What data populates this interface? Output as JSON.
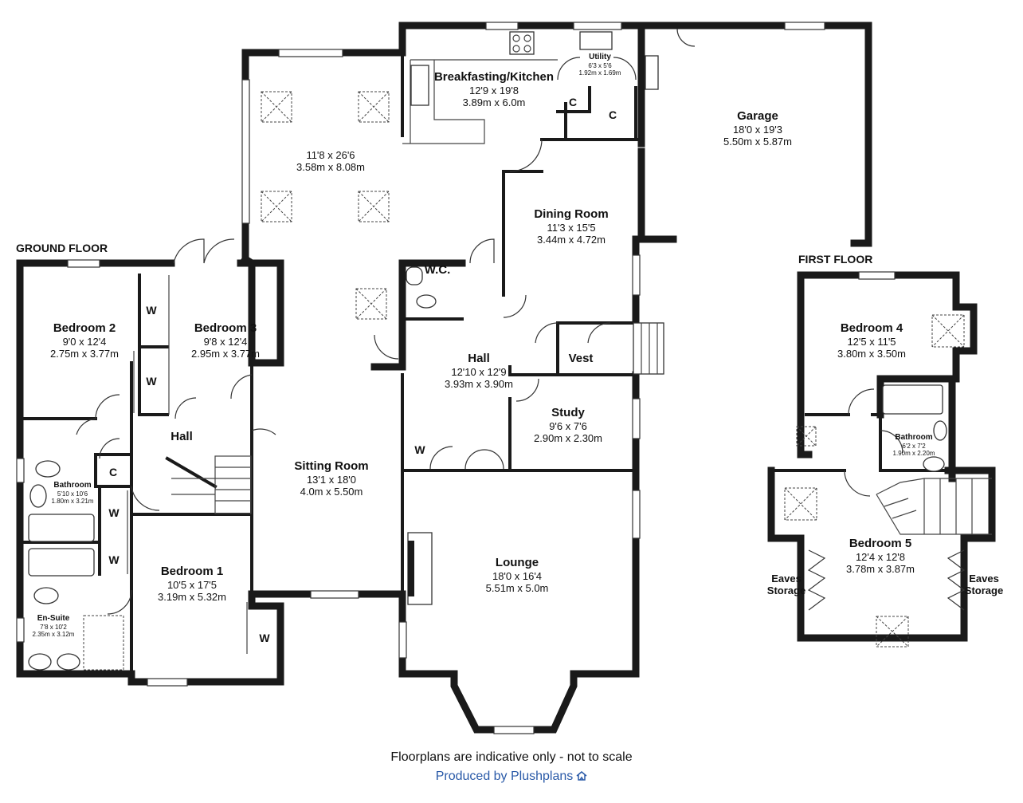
{
  "floors": {
    "ground": "GROUND FLOOR",
    "first": "FIRST FLOOR"
  },
  "rooms": {
    "kitchen": {
      "name": "Breakfasting/Kitchen",
      "imperial": "12'9 x 19'8",
      "metric": "3.89m x 6.0m"
    },
    "utility": {
      "name": "Utility",
      "imperial": "6'3 x 5'6",
      "metric": "1.92m x 1.69m"
    },
    "garage": {
      "name": "Garage",
      "imperial": "18'0 x 19'3",
      "metric": "5.50m x 5.87m"
    },
    "open_area": {
      "imperial": "11'8 x 26'6",
      "metric": "3.58m x 8.08m"
    },
    "dining": {
      "name": "Dining Room",
      "imperial": "11'3 x 15'5",
      "metric": "3.44m x 4.72m"
    },
    "wc": {
      "name": "W.C."
    },
    "hall_main": {
      "name": "Hall",
      "imperial": "12'10 x 12'9",
      "metric": "3.93m x 3.90m"
    },
    "vest": {
      "name": "Vest"
    },
    "study": {
      "name": "Study",
      "imperial": "9'6 x 7'6",
      "metric": "2.90m x 2.30m"
    },
    "sitting": {
      "name": "Sitting Room",
      "imperial": "13'1 x 18'0",
      "metric": "4.0m x 5.50m"
    },
    "lounge": {
      "name": "Lounge",
      "imperial": "18'0 x 16'4",
      "metric": "5.51m x 5.0m"
    },
    "bedroom2": {
      "name": "Bedroom 2",
      "imperial": "9'0 x 12'4",
      "metric": "2.75m x 3.77m"
    },
    "bedroom3": {
      "name": "Bedroom 3",
      "imperial": "9'8 x 12'4",
      "metric": "2.95m x 3.77m"
    },
    "hall_bed": {
      "name": "Hall"
    },
    "bathroom": {
      "name": "Bathroom",
      "imperial": "5'10 x 10'6",
      "metric": "1.80m x 3.21m"
    },
    "bedroom1": {
      "name": "Bedroom 1",
      "imperial": "10'5 x 17'5",
      "metric": "3.19m x 5.32m"
    },
    "ensuite": {
      "name": "En-Suite",
      "imperial": "7'8 x 10'2",
      "metric": "2.35m x 3.12m"
    },
    "bedroom4": {
      "name": "Bedroom 4",
      "imperial": "12'5 x 11'5",
      "metric": "3.80m x 3.50m"
    },
    "bathroom_first": {
      "name": "Bathroom",
      "imperial": "6'2 x 7'2",
      "metric": "1.90m x 2.20m"
    },
    "bedroom5": {
      "name": "Bedroom 5",
      "imperial": "12'4 x 12'8",
      "metric": "3.78m x 3.87m"
    },
    "eaves_left": {
      "name": "Eaves Storage"
    },
    "eaves_right": {
      "name": "Eaves Storage"
    }
  },
  "cupboards": {
    "c": "C",
    "w": "W"
  },
  "footer": {
    "disclaimer": "Floorplans are indicative only - not to scale",
    "credit": "Produced by Plushplans"
  },
  "colors": {
    "wall": "#1a1a1a",
    "credit": "#2a5aa8"
  }
}
